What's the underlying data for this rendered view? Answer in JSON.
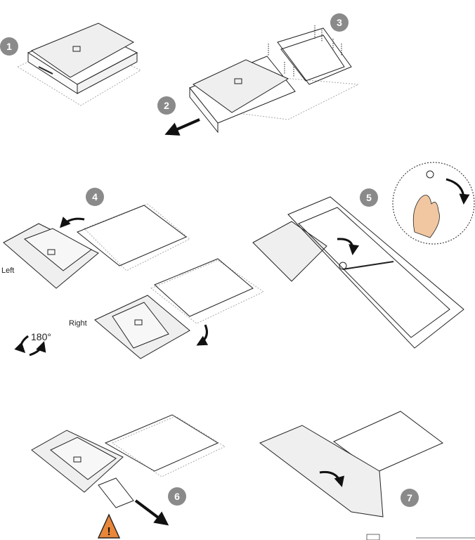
{
  "steps": [
    {
      "number": "1"
    },
    {
      "number": "2"
    },
    {
      "number": "3"
    },
    {
      "number": "4"
    },
    {
      "number": "5"
    },
    {
      "number": "6"
    },
    {
      "number": "7"
    }
  ],
  "labels": {
    "left": "Left",
    "right": "Right",
    "rotation": "180°",
    "warning": "!"
  },
  "colors": {
    "badge": "#8a8a8a",
    "warning_fill": "#e8863a",
    "line": "#222222",
    "board": "#efefef"
  }
}
